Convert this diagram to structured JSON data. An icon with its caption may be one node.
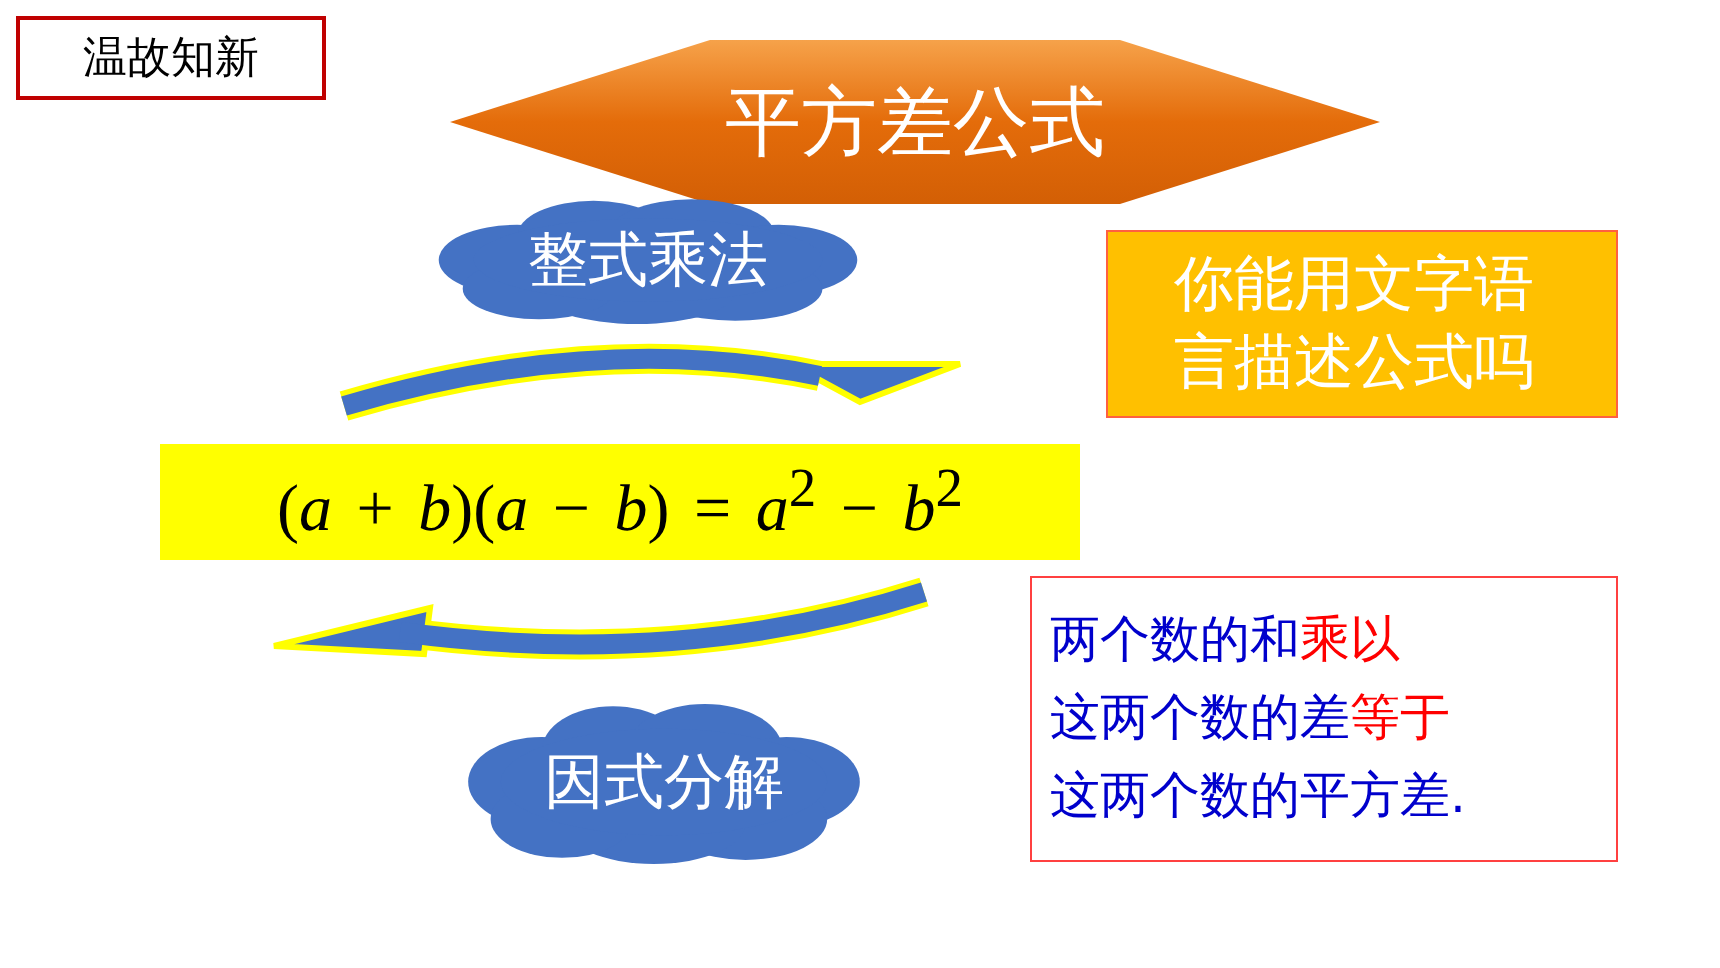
{
  "diagram": {
    "nodes": [
      {
        "text": [
          "温故知新"
        ]
      },
      {
        "text": [
          "平方差公式"
        ]
      },
      {
        "text": [
          "整式乘法"
        ]
      },
      {
        "text": [
          "(*a* + *b*)(*a* − *b*) = *a*$^{2}$ − *b*$^{2}$"
        ]
      },
      {
        "text": [
          "因式分解"
        ]
      },
      {
        "text": [
          "你能用文字语言描述公式吗"
        ]
      },
      {
        "text": [
          "两个数的和",
          "乘以",
          "这两个数的差",
          "等于",
          "这两个数的平方差."
        ]
      }
    ]
  }
}
